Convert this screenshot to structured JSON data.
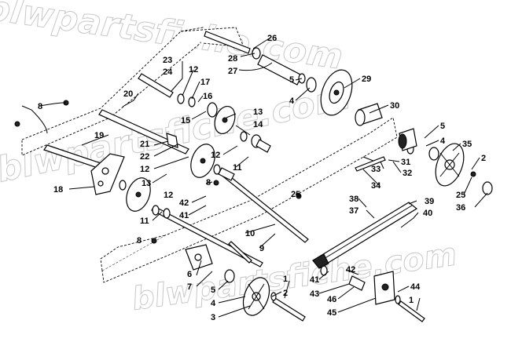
{
  "watermark": {
    "top": "blwpartsfiche.com",
    "middle": "blwpartsfiche.com",
    "bottom": "blwpartsfiche.com"
  },
  "callouts": {
    "c1a": "1",
    "c1b": "1",
    "c2a": "2",
    "c2b": "2",
    "c3": "3",
    "c4a": "4",
    "c4b": "4",
    "c4c": "4",
    "c5a": "5",
    "c5b": "5",
    "c5c": "5",
    "c6": "6",
    "c7": "7",
    "c8a": "8",
    "c8b": "8",
    "c8c": "8",
    "c9": "9",
    "c10": "10",
    "c11a": "11",
    "c11b": "11",
    "c12a": "12",
    "c12b": "12",
    "c12c": "12",
    "c12d": "12",
    "c13a": "13",
    "c13b": "13",
    "c14": "14",
    "c15": "15",
    "c16": "16",
    "c17": "17",
    "c18": "18",
    "c19": "19",
    "c20": "20",
    "c21": "21",
    "c22": "22",
    "c23": "23",
    "c24": "24",
    "c25a": "25",
    "c25b": "25",
    "c26": "26",
    "c27": "27",
    "c28": "28",
    "c29": "29",
    "c30": "30",
    "c31": "31",
    "c32": "32",
    "c33": "33",
    "c34": "34",
    "c35": "35",
    "c36": "36",
    "c37": "37",
    "c38": "38",
    "c39": "39",
    "c40": "40",
    "c41a": "41",
    "c41b": "41",
    "c42a": "42",
    "c42b": "42",
    "c43": "43",
    "c44": "44",
    "c45": "45",
    "c46": "46"
  }
}
